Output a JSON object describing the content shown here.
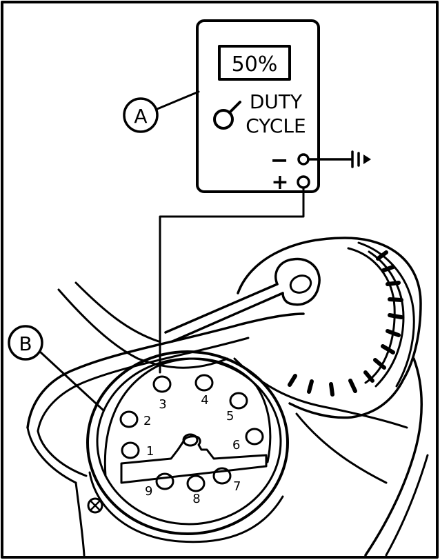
{
  "meter": {
    "display_value": "50%",
    "mode_label_line1": "DUTY",
    "mode_label_line2": "CYCLE",
    "negative_terminal": "−",
    "positive_terminal": "+"
  },
  "callouts": {
    "a": "A",
    "b": "B"
  },
  "connector": {
    "pins": [
      {
        "label": "1"
      },
      {
        "label": "2"
      },
      {
        "label": "3"
      },
      {
        "label": "4"
      },
      {
        "label": "5"
      },
      {
        "label": "6"
      },
      {
        "label": "7"
      },
      {
        "label": "8"
      },
      {
        "label": "9"
      }
    ]
  }
}
